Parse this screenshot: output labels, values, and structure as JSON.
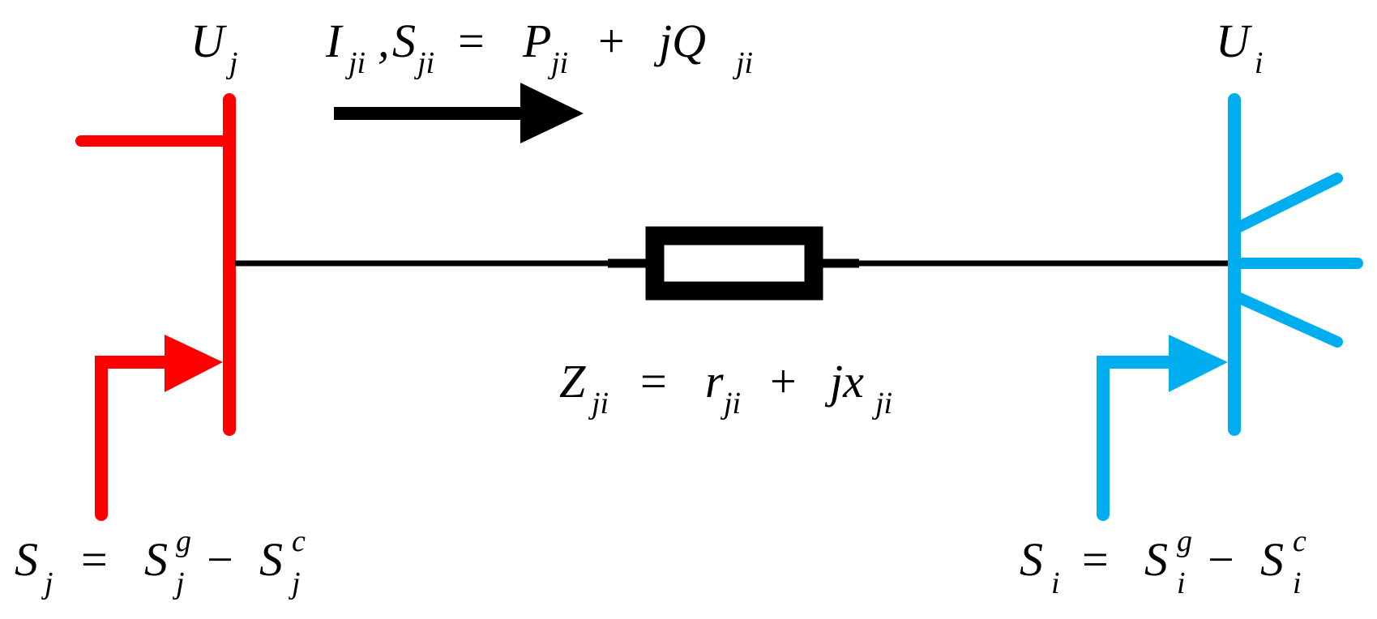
{
  "colors": {
    "bus_j": "#FF0000",
    "bus_i": "#00AEEF",
    "line": "#000000",
    "text": "#000000"
  },
  "labels": {
    "voltage_j": {
      "base": "U",
      "sub": "j"
    },
    "voltage_i": {
      "base": "U",
      "sub": "i"
    },
    "current_flow": {
      "I": "I",
      "I_sub": "ji",
      "comma": ",",
      "S": "S",
      "S_sub": "ji",
      "eq": "=",
      "P": "P",
      "P_sub": "ji",
      "plus": "+",
      "jQ": "jQ",
      "Q_sub": "ji"
    },
    "impedance": {
      "Z": "Z",
      "Z_sub": "ji",
      "eq": "=",
      "r": "r",
      "r_sub": "ji",
      "plus": "+",
      "jx": "jx",
      "x_sub": "ji"
    },
    "power_j": {
      "S": "S",
      "S_sub": "j",
      "eq": "=",
      "Sg": "S",
      "g_sup": "g",
      "g_sub": "j",
      "minus": "−",
      "Sc": "S",
      "c_sup": "c",
      "c_sub": "j"
    },
    "power_i": {
      "S": "S",
      "S_sub": "i",
      "eq": "=",
      "Sg": "S",
      "g_sup": "g",
      "g_sub": "i",
      "minus": "−",
      "Sc": "S",
      "c_sup": "c",
      "c_sub": "i"
    }
  },
  "icons": {
    "flow_arrow": "arrow-right-icon",
    "injection_arrow_j": "arrow-right-icon",
    "injection_arrow_i": "arrow-right-icon",
    "impedance": "resistor-icon"
  }
}
